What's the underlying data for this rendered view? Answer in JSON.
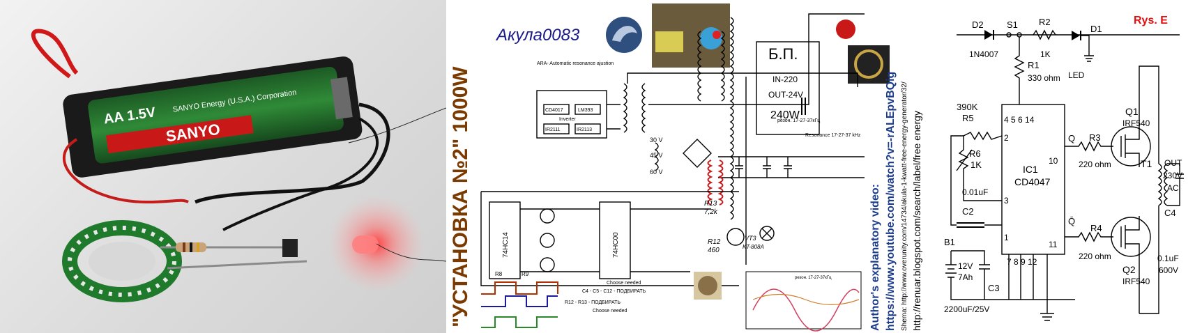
{
  "photo": {
    "battery_label": "AA 1.5V",
    "battery_maker": "SANYO Energy (U.S.A.) Corporation",
    "battery_brand": "SANYO"
  },
  "schematic": {
    "author": "Акула0083",
    "title": "\"УСТАНОВКА №2\" 1000W",
    "psu_title": "Б.П.",
    "psu_in": "IN-220",
    "psu_out": "OUT-24V",
    "psu_power": "240W",
    "ara_note": "ARA- Automatic resonance ajustion",
    "resonance_note": "Resonance 17-27-37 kHz",
    "rezon_note": "резон. 17-27-37кГц",
    "chip1": "74HC14",
    "chip2": "74HC00",
    "cd4017": "CD4017",
    "lm393": "LM393",
    "inverter": "Inverter",
    "ir2111": "IR2111",
    "ir2113": "IR2113",
    "r13": "R13",
    "r13_val": "7,2k",
    "r12": "R12",
    "r12_val": "460",
    "vt3": "VT3",
    "vt3_model": "KT-808A",
    "v30": "30 V",
    "v45": "45 V",
    "v60": "60 V",
    "choose_note": "С4 - С5 - С12 - ПОДБИРАТЬ",
    "choose_en": "Choose needed",
    "r12_r13": "R12 - R13 - ПОДБИРАТЬ",
    "r8": "R8",
    "r9": "R9",
    "scope_note": "резон. 17-27-37кГц",
    "explain_title": "Author's explanatory video:",
    "video_url": "https://www.youtube.com/watch?v=-rALEpvBQig",
    "schema_url": "Shema: http://www.overunity.com/14734/akula-1-kwatt-free-energy-generator/32/",
    "blog_url": "http://renuar.blogspot.com/search/label/free energy"
  },
  "circuit_e": {
    "title": "Rys. E",
    "d2": "D2",
    "d2_model": "1N4007",
    "s1": "S1",
    "r2": "R2",
    "r2_val": "1K",
    "d1": "D1",
    "led": "LED",
    "r1": "R1",
    "r1_val": "330 ohm",
    "r5_val": "390K",
    "r5": "R5",
    "r6": "R6",
    "r6_val": "1K",
    "pins_top": "4 5 6 14",
    "pin2": "2",
    "pin3": "3",
    "pin1": "1",
    "pin10": "10",
    "pin11": "11",
    "pins_bottom": "7 8 9 12",
    "ic1": "IC1",
    "ic1_model": "CD4047",
    "c1_val": "0.01uF",
    "c2": "C2",
    "q_out": "Q",
    "qbar_out": "Q̄",
    "r3": "R3",
    "r3_val": "220 ohm",
    "r4": "R4",
    "r4_val": "220 ohm",
    "q1": "Q1",
    "q1_model": "IRF540",
    "q2": "Q2",
    "q2_model": "IRF540",
    "t1": "T1",
    "out": "OUT",
    "out_v": "230V",
    "out_ac": "AC",
    "c4": "C4",
    "c4_val": "0.1uF",
    "c4_v": "600V",
    "b1": "B1",
    "b1_v": "12V",
    "b1_ah": "7Ah",
    "c3": "C3",
    "c3_val": "2200uF/25V"
  }
}
